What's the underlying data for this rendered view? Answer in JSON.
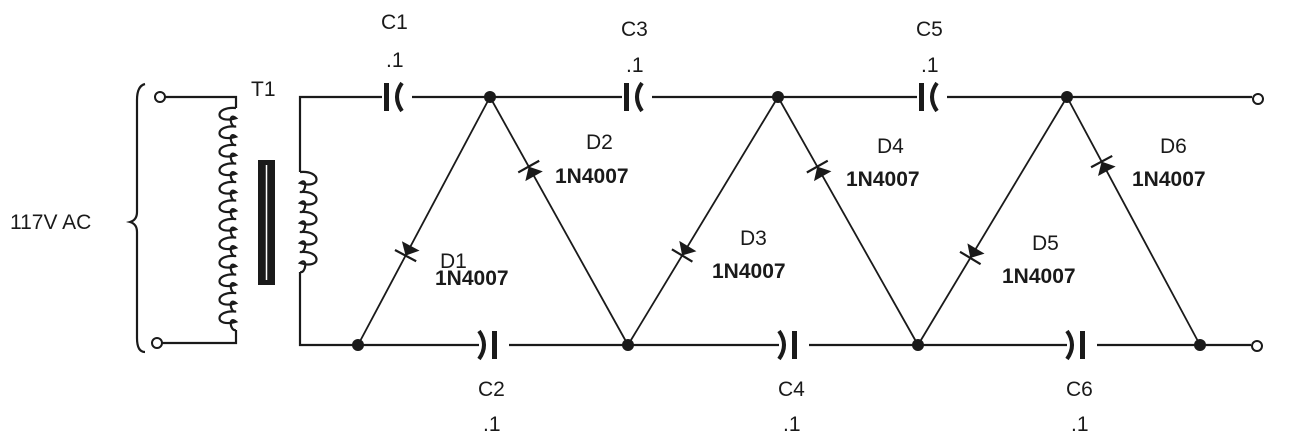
{
  "input_label": "117V AC",
  "transformer": {
    "label": "T1"
  },
  "capacitors": [
    {
      "name": "C1",
      "value": ".1"
    },
    {
      "name": "C2",
      "value": ".1"
    },
    {
      "name": "C3",
      "value": ".1"
    },
    {
      "name": "C4",
      "value": ".1"
    },
    {
      "name": "C5",
      "value": ".1"
    },
    {
      "name": "C6",
      "value": ".1"
    }
  ],
  "diodes": [
    {
      "name": "D1",
      "part": "1N4007"
    },
    {
      "name": "D2",
      "part": "1N4007"
    },
    {
      "name": "D3",
      "part": "1N4007"
    },
    {
      "name": "D4",
      "part": "1N4007"
    },
    {
      "name": "D5",
      "part": "1N4007"
    },
    {
      "name": "D6",
      "part": "1N4007"
    }
  ]
}
